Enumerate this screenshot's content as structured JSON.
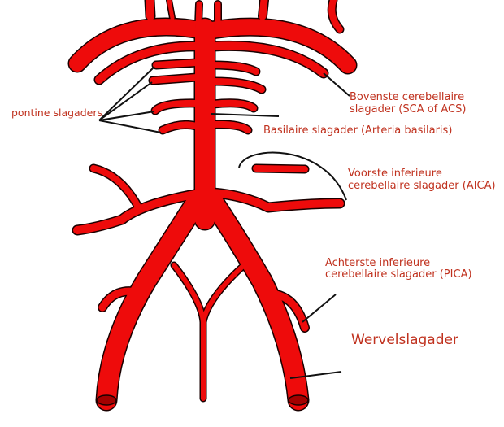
{
  "labels": {
    "pontine": "pontine slagaders",
    "sca_line1": "Bovenste cerebellaire",
    "sca_line2": "slagader (SCA of ACS)",
    "basilar": "Basilaire slagader (Arteria basilaris)",
    "aica_line1": "Voorste inferieure",
    "aica_line2": "cerebellaire slagader (AICA)",
    "pica_line1": "Achterste inferieure",
    "pica_line2": "cerebellaire slagader (PICA)",
    "vertebral": "Wervelslagader"
  },
  "colors": {
    "vessel": "#ee0b0b",
    "outline": "#1a0000",
    "label": "#c0321f"
  }
}
